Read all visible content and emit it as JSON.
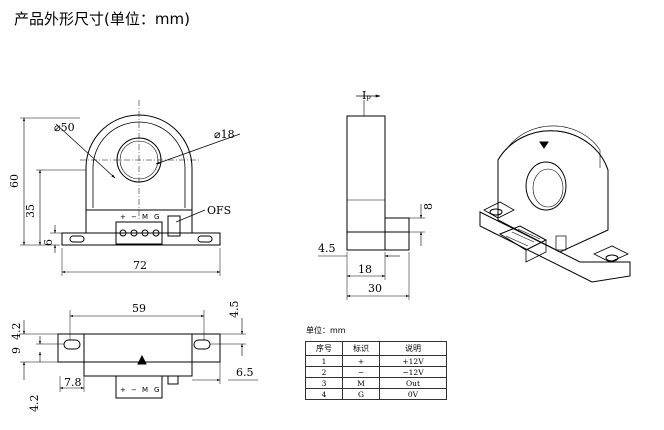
{
  "title": "产品外形尺寸(单位：mm)",
  "front": {
    "d_outer": "⌀50",
    "d_hole": "⌀18",
    "h_total": "60",
    "h_mid": "35",
    "h_base": "6",
    "w_base": "72",
    "ofs": "OFS",
    "pins": [
      "+",
      "−",
      "M",
      "G"
    ]
  },
  "side": {
    "current": "Iₚ",
    "d8": "8",
    "d45": "4.5",
    "d18": "18",
    "d30": "30"
  },
  "bottom": {
    "d59": "59",
    "d45": "4.5",
    "d42a": "4.2",
    "d9": "9",
    "d78": "7.8",
    "d65": "6.5",
    "d42b": "4.2",
    "pins": [
      "+",
      "−",
      "M",
      "G"
    ]
  },
  "unit_label": "单位：mm",
  "pin_table": {
    "headers": [
      "序号",
      "标识",
      "说明"
    ],
    "rows": [
      [
        "1",
        "+",
        "+12V"
      ],
      [
        "2",
        "−",
        "−12V"
      ],
      [
        "3",
        "M",
        "Out"
      ],
      [
        "4",
        "G",
        "0V"
      ]
    ]
  }
}
